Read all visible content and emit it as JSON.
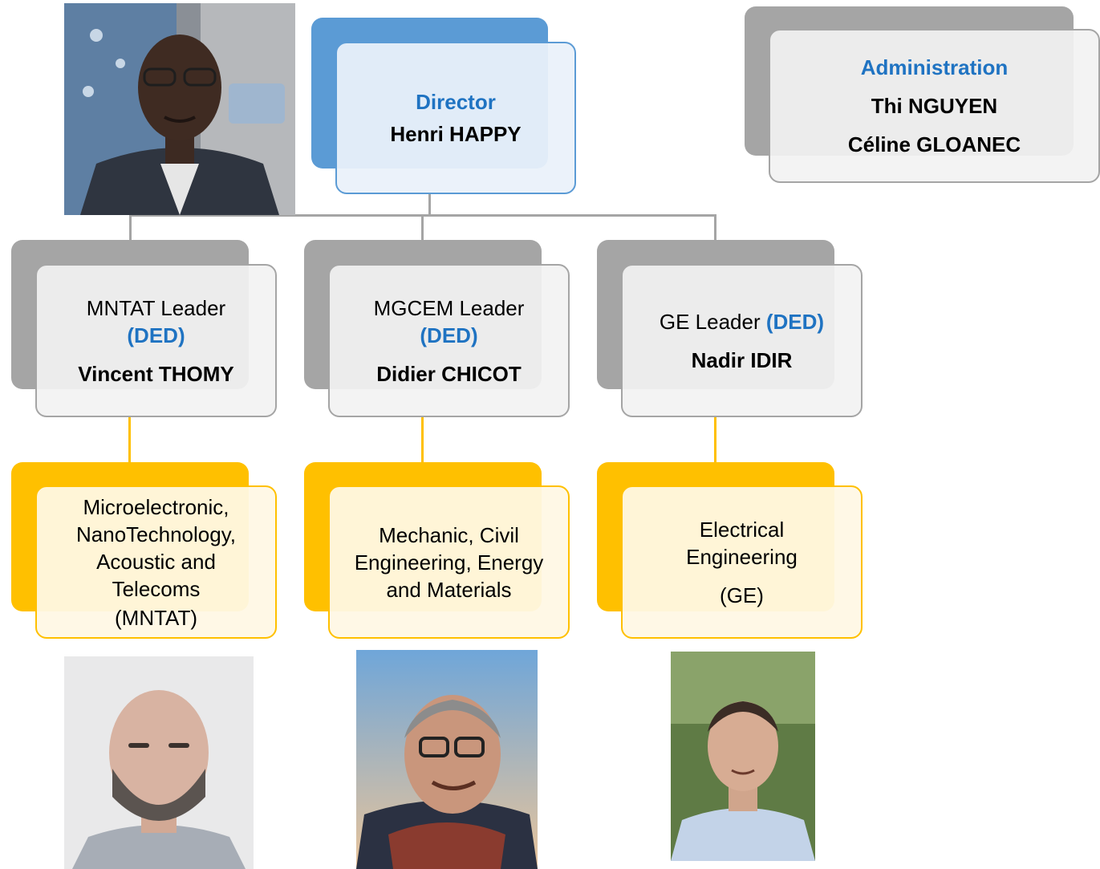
{
  "director": {
    "role": "Director",
    "name": "Henri HAPPY"
  },
  "administration": {
    "title": "Administration",
    "members": [
      "Thi NGUYEN",
      "Céline GLOANEC"
    ]
  },
  "leaders": [
    {
      "role": "MNTAT Leader",
      "ded": "(DED)",
      "name": "Vincent THOMY"
    },
    {
      "role": "MGCEM Leader",
      "ded": "(DED)",
      "name": "Didier CHICOT"
    },
    {
      "role": "GE Leader",
      "ded": "(DED)",
      "name": "Nadir IDIR"
    }
  ],
  "departments": [
    {
      "lines": [
        "Microelectronic,",
        "NanoTechnology,",
        "Acoustic and",
        "Telecoms"
      ],
      "abbr": "(MNTAT)"
    },
    {
      "lines": [
        "Mechanic, Civil",
        "Engineering, Energy",
        "and Materials"
      ],
      "abbr": ""
    },
    {
      "lines": [
        "Electrical",
        "Engineering"
      ],
      "abbr": "(GE)"
    }
  ],
  "colors": {
    "grey": "#a5a5a5",
    "blue": "#5b9bd5",
    "gold": "#ffc000",
    "accent_text": "#1f73c2"
  }
}
